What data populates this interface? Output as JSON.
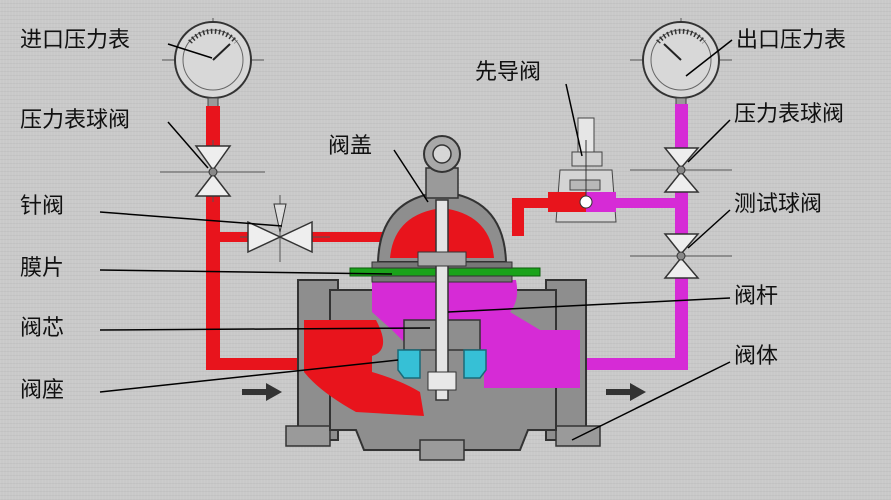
{
  "labels": {
    "inlet_gauge": "进口压力表",
    "gauge_ball_valve_left": "压力表球阀",
    "needle_valve": "针阀",
    "diaphragm": "膜片",
    "valve_core": "阀芯",
    "valve_seat": "阀座",
    "pilot_valve": "先导阀",
    "bonnet": "阀盖",
    "outlet_gauge": "出口压力表",
    "gauge_ball_valve_right": "压力表球阀",
    "test_ball_valve": "测试球阀",
    "valve_stem": "阀杆",
    "valve_body": "阀体"
  },
  "colors": {
    "inlet": "#e8141c",
    "outlet": "#d62bd6",
    "body": "#8e8e8e",
    "diaphragm": "#1aa31a",
    "seat": "#36c0d6",
    "background": "#c9c9c9"
  },
  "icons": [
    "flow-arrow-icon",
    "pressure-gauge-icon"
  ]
}
